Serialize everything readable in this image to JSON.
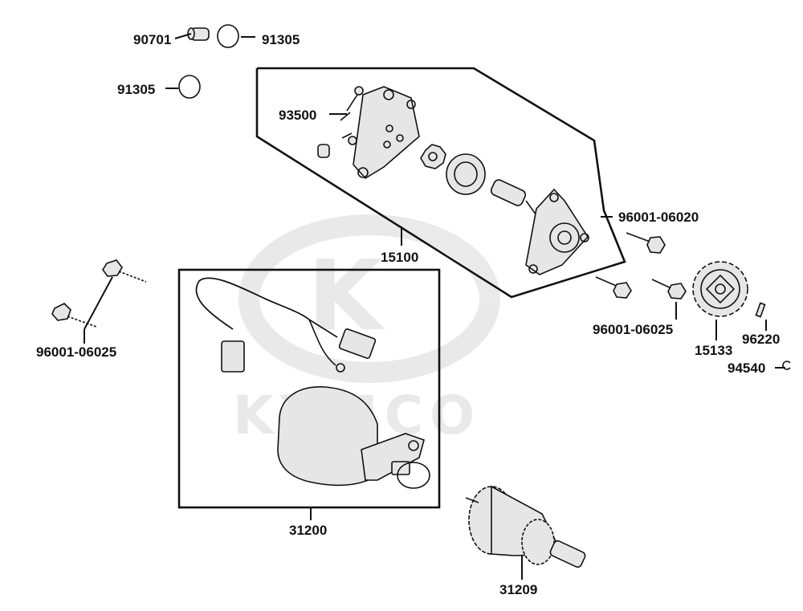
{
  "watermark": {
    "brand_text": "KYMCO",
    "logo": "kymco-k-logo",
    "color": "#d8d8d8"
  },
  "callouts": [
    {
      "id": "c-90701",
      "number": "90701"
    },
    {
      "id": "c-91305-a",
      "number": "91305"
    },
    {
      "id": "c-91305-b",
      "number": "91305"
    },
    {
      "id": "c-93500",
      "number": "93500"
    },
    {
      "id": "c-15100",
      "number": "15100"
    },
    {
      "id": "c-96001-06020",
      "number": "96001-06020"
    },
    {
      "id": "c-96001-06025-r",
      "number": "96001-06025"
    },
    {
      "id": "c-96001-06025-l",
      "number": "96001-06025"
    },
    {
      "id": "c-15133",
      "number": "15133"
    },
    {
      "id": "c-96220",
      "number": "96220"
    },
    {
      "id": "c-94540",
      "number": "94540"
    },
    {
      "id": "c-31200",
      "number": "31200"
    },
    {
      "id": "c-31209",
      "number": "31209"
    }
  ],
  "colors": {
    "line": "#111111",
    "part_fill": "#e6e6e6",
    "background": "#ffffff"
  }
}
